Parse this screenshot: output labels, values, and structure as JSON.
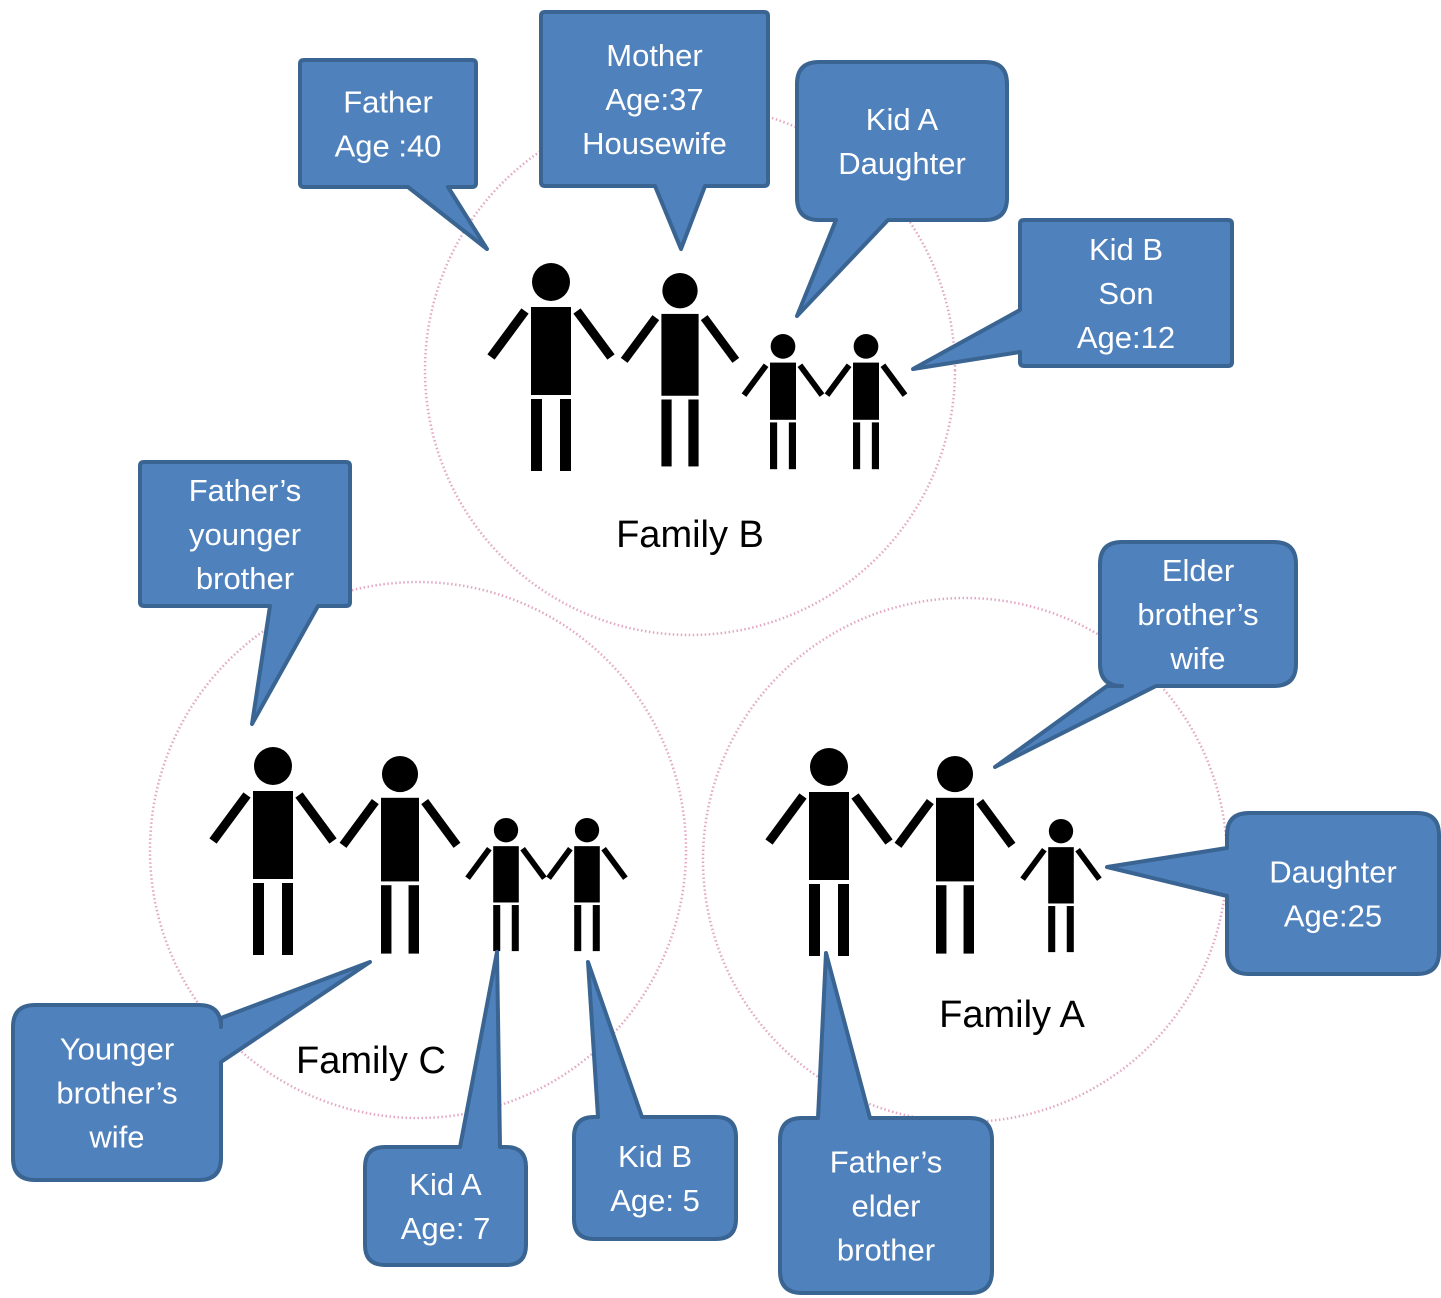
{
  "families": [
    {
      "id": "family-b",
      "label": "Family B",
      "members": [
        {
          "role": "adult"
        },
        {
          "role": "adult"
        },
        {
          "role": "child"
        },
        {
          "role": "child"
        }
      ]
    },
    {
      "id": "family-c",
      "label": "Family C",
      "members": [
        {
          "role": "adult"
        },
        {
          "role": "adult"
        },
        {
          "role": "child"
        },
        {
          "role": "child"
        }
      ]
    },
    {
      "id": "family-a",
      "label": "Family A",
      "members": [
        {
          "role": "adult"
        },
        {
          "role": "adult"
        },
        {
          "role": "child"
        }
      ]
    }
  ],
  "callouts": [
    {
      "id": "b-father",
      "lines": [
        "Father",
        "Age :40"
      ]
    },
    {
      "id": "b-mother",
      "lines": [
        "Mother",
        "Age:37",
        "Housewife"
      ]
    },
    {
      "id": "b-kid-a",
      "lines": [
        "Kid A",
        "Daughter"
      ]
    },
    {
      "id": "b-kid-b",
      "lines": [
        "Kid B",
        "Son",
        "Age:12"
      ]
    },
    {
      "id": "c-father",
      "lines": [
        "Father’s",
        "younger",
        "brother"
      ]
    },
    {
      "id": "c-mother",
      "lines": [
        "Younger",
        "brother’s",
        "wife"
      ]
    },
    {
      "id": "c-kid-a",
      "lines": [
        "Kid A",
        "Age: 7"
      ]
    },
    {
      "id": "c-kid-b",
      "lines": [
        "Kid B",
        "Age: 5"
      ]
    },
    {
      "id": "a-mother",
      "lines": [
        "Elder",
        "brother’s",
        "wife"
      ]
    },
    {
      "id": "a-daughter",
      "lines": [
        "Daughter",
        "Age:25"
      ]
    },
    {
      "id": "a-father",
      "lines": [
        "Father’s",
        "elder",
        "brother"
      ]
    }
  ]
}
